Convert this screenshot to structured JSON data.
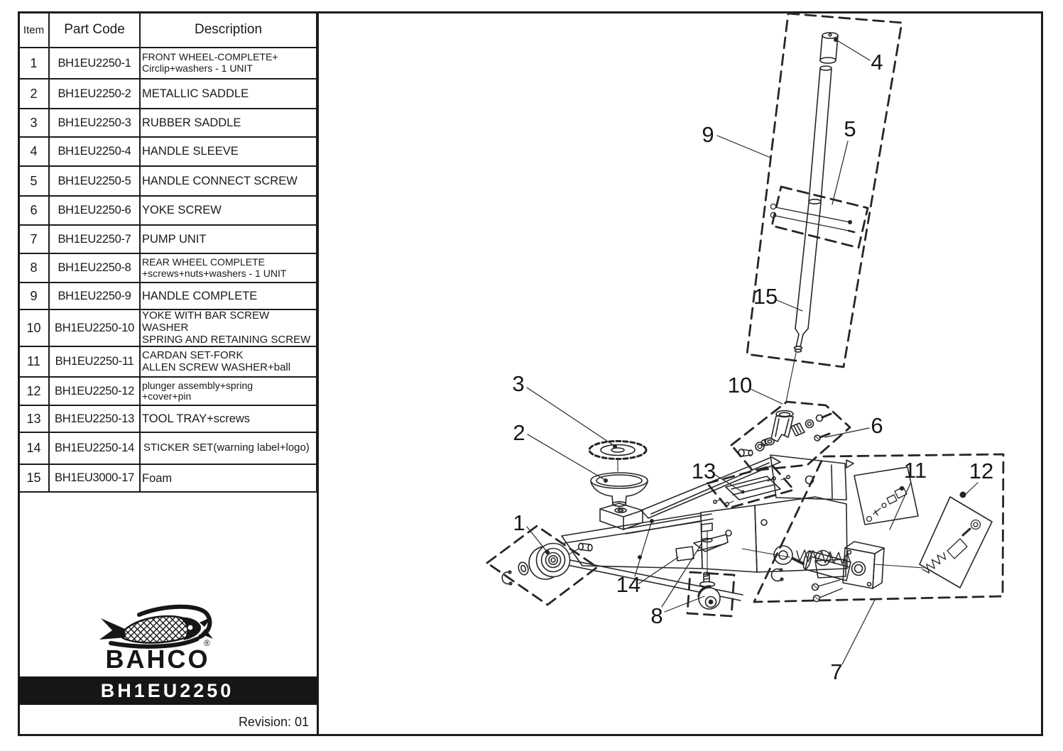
{
  "table": {
    "headers": {
      "item": "Item",
      "part_code": "Part Code",
      "description": "Description"
    },
    "rows": [
      {
        "item": "1",
        "code": "BH1EU2250-1",
        "desc1": "FRONT WHEEL-COMPLETE+",
        "desc2": "Circlip+washers - 1 UNIT"
      },
      {
        "item": "2",
        "code": "BH1EU2250-2",
        "desc1": "METALLIC SADDLE",
        "desc2": ""
      },
      {
        "item": "3",
        "code": "BH1EU2250-3",
        "desc1": "RUBBER SADDLE",
        "desc2": ""
      },
      {
        "item": "4",
        "code": "BH1EU2250-4",
        "desc1": "HANDLE SLEEVE",
        "desc2": ""
      },
      {
        "item": "5",
        "code": "BH1EU2250-5",
        "desc1": "HANDLE CONNECT SCREW",
        "desc2": ""
      },
      {
        "item": "6",
        "code": "BH1EU2250-6",
        "desc1": "YOKE SCREW",
        "desc2": ""
      },
      {
        "item": "7",
        "code": "BH1EU2250-7",
        "desc1": "PUMP UNIT",
        "desc2": ""
      },
      {
        "item": "8",
        "code": "BH1EU2250-8",
        "desc1": "REAR WHEEL COMPLETE",
        "desc2": "+screws+nuts+washers - 1 UNIT"
      },
      {
        "item": "9",
        "code": "BH1EU2250-9",
        "desc1": "HANDLE COMPLETE",
        "desc2": ""
      },
      {
        "item": "10",
        "code": "BH1EU2250-10",
        "desc1": "YOKE WITH BAR SCREW WASHER",
        "desc2": "SPRING AND RETAINING SCREW"
      },
      {
        "item": "11",
        "code": "BH1EU2250-11",
        "desc1": "CARDAN SET-FORK",
        "desc2": "ALLEN SCREW WASHER+ball"
      },
      {
        "item": "12",
        "code": "BH1EU2250-12",
        "desc1": "plunger assembly+spring",
        "desc2": "+cover+pin"
      },
      {
        "item": "13",
        "code": "BH1EU2250-13",
        "desc1": "TOOL TRAY+screws",
        "desc2": ""
      },
      {
        "item": "14",
        "code": "BH1EU2250-14",
        "desc1": "STICKER SET(warning label+logo)",
        "desc2": ""
      },
      {
        "item": "15",
        "code": "BH1EU3000-17",
        "desc1": "Foam",
        "desc2": ""
      }
    ]
  },
  "branding": {
    "brand": "BAHCO",
    "registered": "®",
    "model": "BH1EU2250",
    "revision": "Revision: 01"
  },
  "diagram": {
    "callouts": [
      "1",
      "2",
      "3",
      "4",
      "5",
      "6",
      "7",
      "8",
      "9",
      "10",
      "11",
      "12",
      "13",
      "14",
      "15"
    ]
  },
  "colors": {
    "line": "#262626",
    "banner_bg": "#161616",
    "paper": "#ffffff"
  }
}
